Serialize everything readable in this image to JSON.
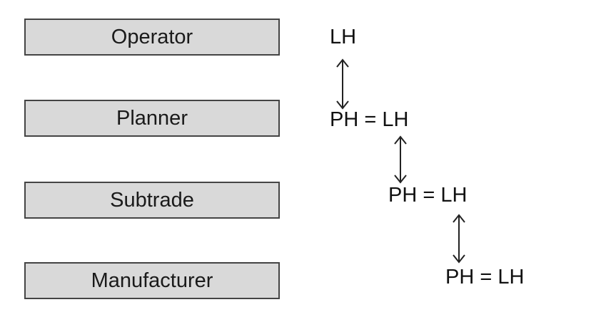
{
  "roles": [
    {
      "label": "Operator"
    },
    {
      "label": "Planner"
    },
    {
      "label": "Subtrade"
    },
    {
      "label": "Manufacturer"
    }
  ],
  "relations": [
    {
      "text": "LH"
    },
    {
      "text": "PH = LH"
    },
    {
      "text": "PH = LH"
    },
    {
      "text": "PH = LH"
    }
  ],
  "colors": {
    "box_fill": "#d9d9d9",
    "box_border": "#444444",
    "text": "#111111",
    "arrow": "#222222"
  }
}
